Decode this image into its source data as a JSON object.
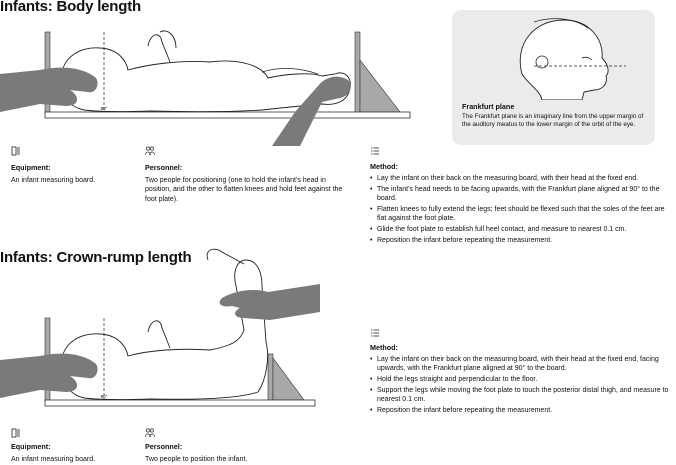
{
  "body_length": {
    "title": "Infants: Body length",
    "equipment_label": "Equipment:",
    "equipment_text": "An infant measuring board.",
    "personnel_label": "Personnel:",
    "personnel_text": "Two people for positioning (one to hold the infant’s head in position, and the other to flatten knees and hold feet against the foot plate).",
    "method_label": "Method:",
    "method_items": [
      "Lay the infant on their back on the measuring board, with their head at the fixed end.",
      "The infant’s head needs to be facing upwards, with the Frankfurt plane aligned at 90° to the board.",
      "Flatten knees to fully extend the legs; feet should be flexed such that the soles of the feet are flat against the foot plate.",
      "Glide the foot plate to establish full heel contact, and measure to nearest 0.1 cm.",
      "Reposition the infant before repeating the measurement."
    ]
  },
  "frankfurt": {
    "title": "Frankfurt plane",
    "text": "The Frankfurt plane is an imaginary line from the upper margin of the auditory meatus to the lower margin of the orbit of the eye."
  },
  "crown_rump": {
    "title": "Infants: Crown-rump length",
    "equipment_label": "Equipment:",
    "equipment_text": "An infant measuring board.",
    "personnel_label": "Personnel:",
    "personnel_text": "Two people to position the infant.",
    "method_label": "Method:",
    "method_items": [
      "Lay the infant on their back on the measuring board, with their head at the fixed end, facing upwards, with the Frankfurt plane aligned at 90° to the board.",
      "Hold the legs straight and perpendicular to the floor.",
      "Support the legs while moving the foot plate to touch the posterior distal thigh, and measure to nearest 0.1 cm.",
      "Reposition the infant before repeating the measurement."
    ]
  },
  "figure_labels": {
    "angle": "90°"
  },
  "colors": {
    "hand_gray": "#7a7a7a",
    "board_gray": "#a8a8a8",
    "card_bg": "#ebebeb"
  }
}
